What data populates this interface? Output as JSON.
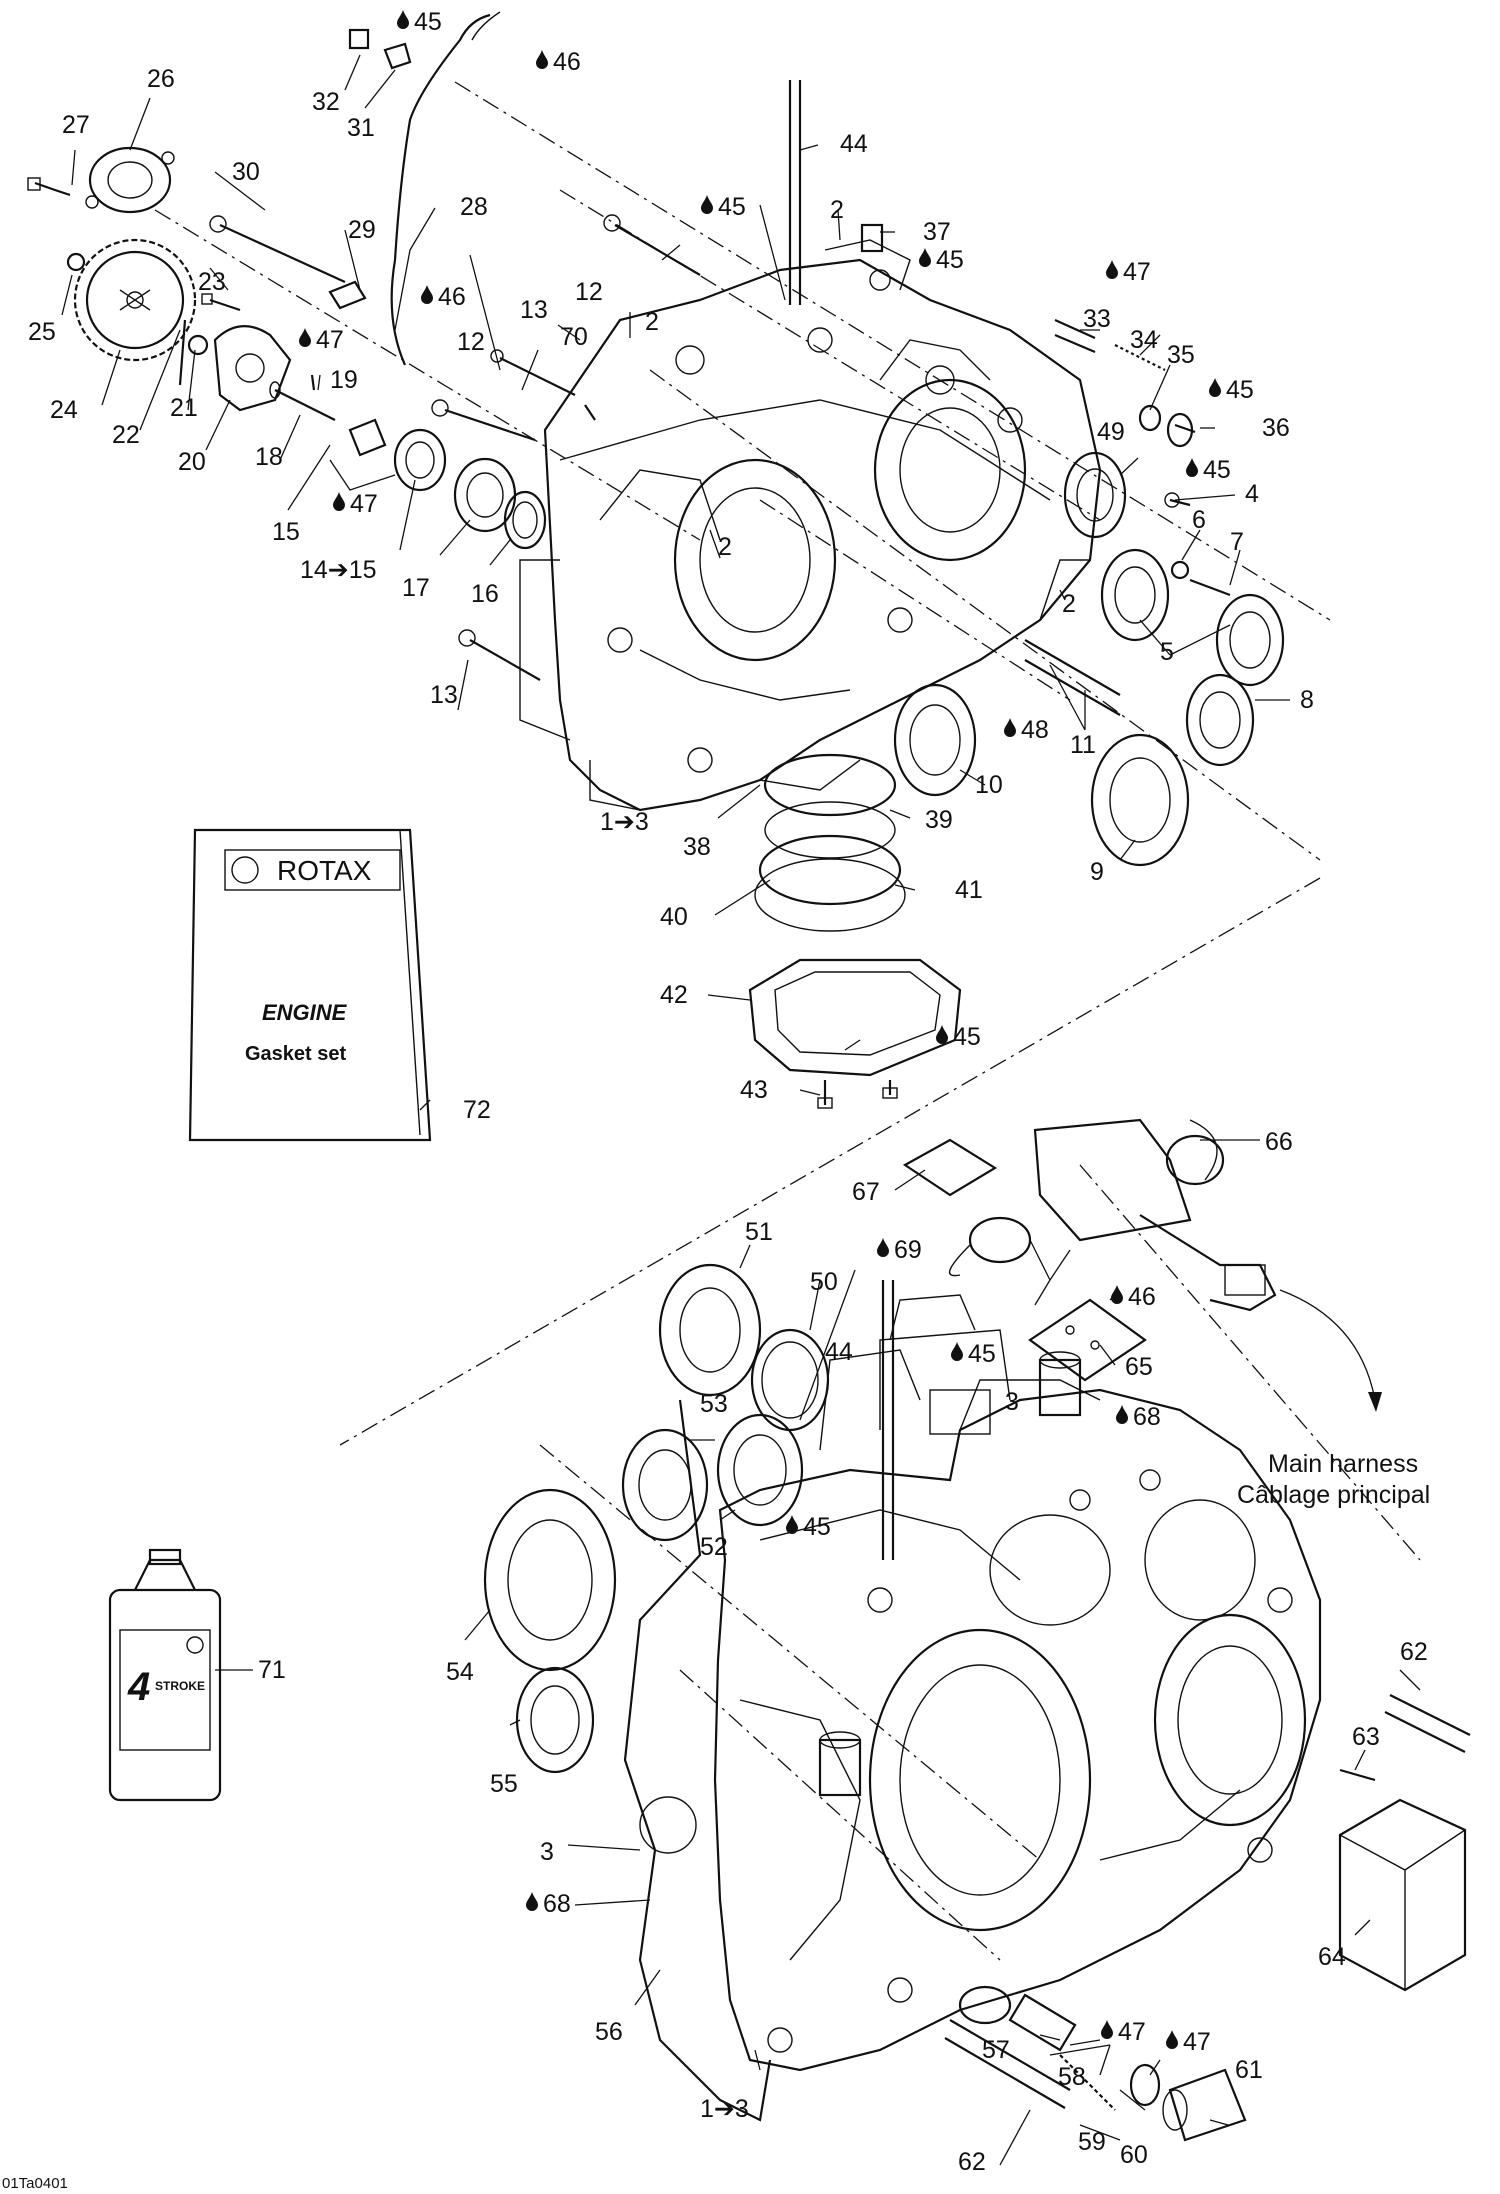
{
  "labels": {
    "l1a": "1➔3",
    "l1b": "1➔3",
    "l2a": "2",
    "l2b": "2",
    "l2c": "2",
    "l2d": "2",
    "l3a": "3",
    "l3b": "3",
    "l4": "4",
    "l5": "5",
    "l6": "6",
    "l7": "7",
    "l8": "8",
    "l9": "9",
    "l10": "10",
    "l11": "11",
    "l12a": "12",
    "l12b": "12",
    "l13a": "13",
    "l13b": "13",
    "l14": "14➔15",
    "l15": "15",
    "l16": "16",
    "l17": "17",
    "l18": "18",
    "l19": "19",
    "l20": "20",
    "l21": "21",
    "l22": "22",
    "l23": "23",
    "l24": "24",
    "l25": "25",
    "l26": "26",
    "l27": "27",
    "l28": "28",
    "l29": "29",
    "l30": "30",
    "l31": "31",
    "l32": "32",
    "l33": "33",
    "l34": "34",
    "l35": "35",
    "l36": "36",
    "l37": "37",
    "l38": "38",
    "l39": "39",
    "l40": "40",
    "l41": "41",
    "l42": "42",
    "l43": "43",
    "l44a": "44",
    "l44b": "44",
    "l49": "49",
    "l50": "50",
    "l51": "51",
    "l52": "52",
    "l53": "53",
    "l54": "54",
    "l55": "55",
    "l56": "56",
    "l57": "57",
    "l58": "58",
    "l59": "59",
    "l60": "60",
    "l61": "61",
    "l62a": "62",
    "l62b": "62",
    "l63": "63",
    "l64": "64",
    "l65": "65",
    "l66": "66",
    "l67": "67",
    "l70": "70",
    "l71": "71",
    "l72": "72"
  },
  "lube": {
    "d45a": "45",
    "d46a": "46",
    "d45b": "45",
    "d45c": "45",
    "d46b": "46",
    "d47a": "47",
    "d47b": "47",
    "d45d": "45",
    "d45e": "45",
    "d48": "48",
    "d45f": "45",
    "d47c": "47",
    "d69": "69",
    "d46c": "46",
    "d45g": "45",
    "d68a": "68",
    "d45h": "45",
    "d68b": "68",
    "d47d": "47",
    "d47e": "47"
  },
  "booklet": {
    "brand": "ROTAX",
    "title": "ENGINE",
    "subtitle": "Gasket set"
  },
  "bottle": {
    "number": "4",
    "text": "STROKE"
  },
  "harness": {
    "line1": "Main harness",
    "line2": "Câblage principal"
  },
  "figure_id": "01Ta0401"
}
